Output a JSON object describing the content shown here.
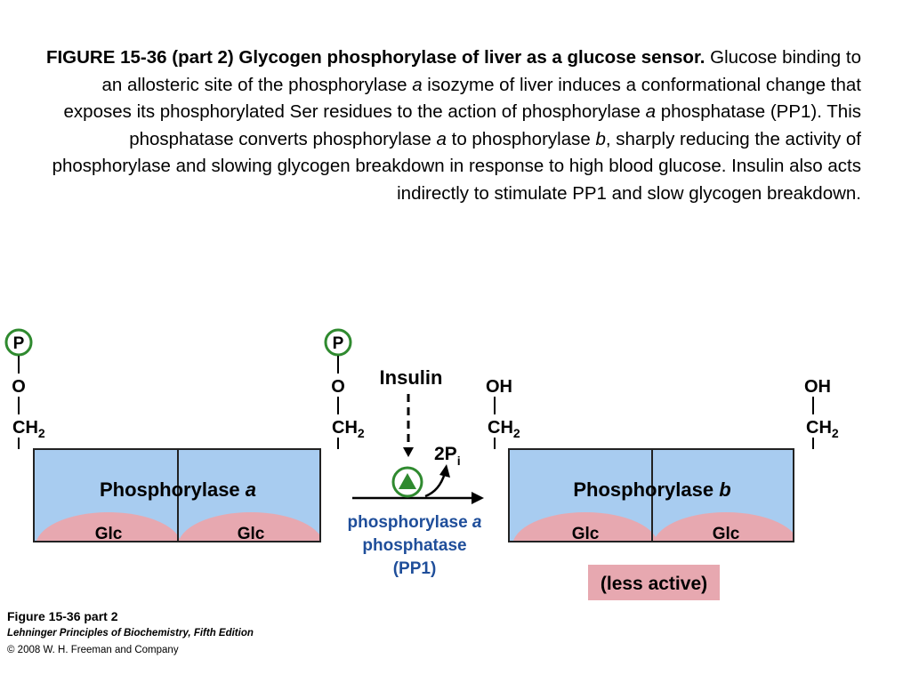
{
  "caption": {
    "figure_label": "FIGURE 15-36 (part 2) Glycogen phosphorylase of liver as a glucose sensor.",
    "t1": " Glucose binding to an allosteric site of the phosphorylase ",
    "i1": "a",
    "t2": " isozyme of liver induces a conformational change that exposes its phosphorylated Ser residues to the action of phosphorylase ",
    "i2": "a",
    "t3": " phosphatase (PP1). This phosphatase converts phosphorylase ",
    "i3": "a",
    "t4": " to phosphorylase ",
    "i4": "b",
    "t5": ", sharply reducing the activity of phosphorylase and slowing glycogen breakdown in response to high blood glucose. Insulin also acts indirectly to stimulate PP1 and slow glycogen breakdown."
  },
  "left_enzyme": {
    "name": "Phosphorylase ",
    "form": "a",
    "phospho_label": "P",
    "o_label": "O",
    "ch2_label": "CH",
    "ch2_sub": "2",
    "glc_left": "Glc",
    "glc_right": "Glc"
  },
  "right_enzyme": {
    "name": "Phosphorylase ",
    "form": "b",
    "oh_label": "OH",
    "ch2_label": "CH",
    "ch2_sub": "2",
    "glc_left": "Glc",
    "glc_right": "Glc",
    "activity_label": "(less active)"
  },
  "reaction": {
    "insulin_label": "Insulin",
    "product_main": "2P",
    "product_sub": "i",
    "enzyme_line1": "phosphorylase ",
    "enzyme_line1_italic": "a",
    "enzyme_line2": "phosphatase",
    "enzyme_line3": "(PP1)"
  },
  "credit": {
    "line1": "Figure 15-36 part 2",
    "line2": "Lehninger Principles of Biochemistry, Fifth Edition",
    "line3": "© 2008 W. H. Freeman and Company"
  },
  "colors": {
    "enzyme_fill": "#a8ccf0",
    "glucose_fill": "#e7a8b0",
    "phosphate_ring": "#2f8a2f",
    "enzyme_label_blue": "#1f4e9a",
    "badge_fill": "#e7a8b0"
  }
}
